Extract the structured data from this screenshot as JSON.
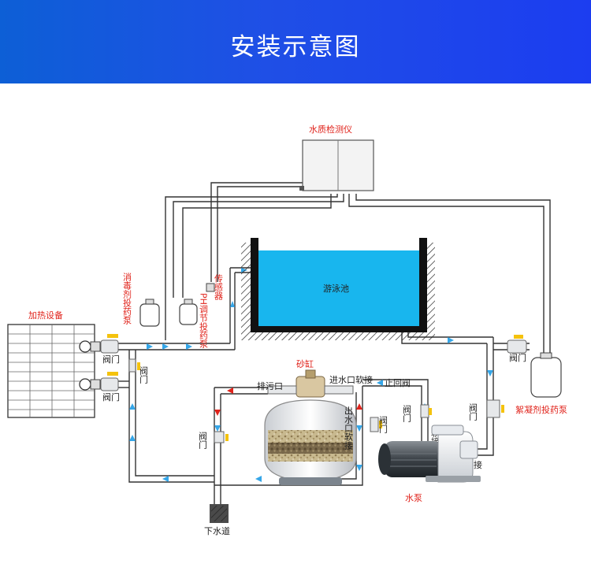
{
  "header": {
    "title": "安装示意图"
  },
  "labels": {
    "water_tester": "水质检测仪",
    "pool": "游泳池",
    "heater": "加热设备",
    "disinfectant_pump": "消毒剂投药泵",
    "ph_pump": "PH调节投药泵",
    "sensor": "传感器",
    "sand_tank": "砂缸",
    "drain_port": "排污口",
    "inlet_hose": "进水口软接",
    "check_valve": "止回阀",
    "outlet_hose": "出水口软接",
    "flocculant_pump": "絮凝剂投药泵",
    "pump": "水泵",
    "sewer": "下水道",
    "hose": "软接",
    "valve": "阀门"
  },
  "colors": {
    "header_blue": "#1c4fe6",
    "pool_water": "#18b6ee",
    "pipe": "#333333",
    "flow_arrow": "#35a6e8",
    "accent_red": "#e0231b",
    "valve_handle": "#f4c20d"
  }
}
